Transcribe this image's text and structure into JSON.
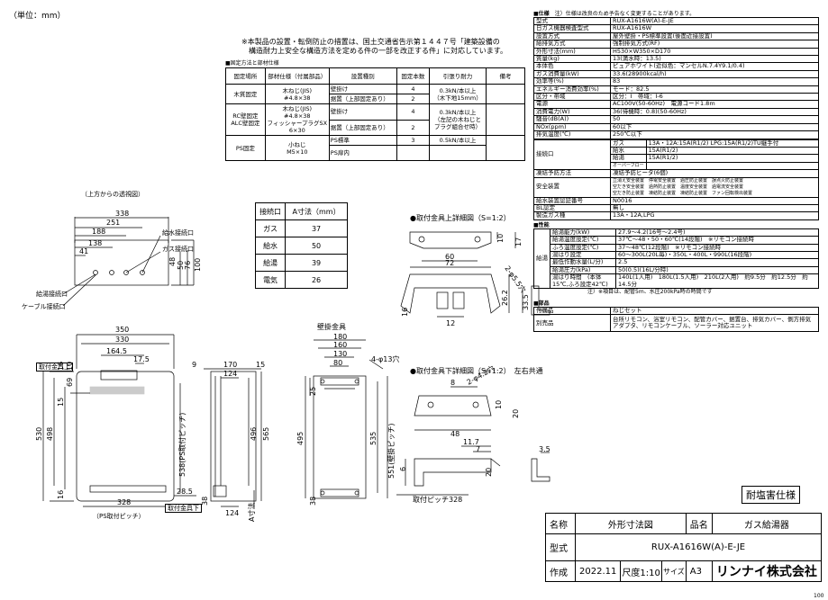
{
  "unit_note": "（単位：mm）",
  "notice": {
    "line1": "※本製品の設置・転倒防止の措置は、国土交通省告示第１４４７号「建築設備の",
    "line2": "　構造耐力上安全な構造方法を定める件の一部を改正する件」に対応しています。"
  },
  "install_table": {
    "caption": "■固定方法と部材仕様",
    "headers": [
      "固定場所",
      "部材仕様（付属部品）",
      "設置種別",
      "固定本数",
      "引張り耐力",
      "備考"
    ],
    "rows": [
      {
        "place": "木質固定",
        "spec": "木ねじ(JIS)\n#4.8×38",
        "types": [
          "壁掛け",
          "据置（上部固定あり）"
        ],
        "counts": [
          "4",
          "2"
        ],
        "tension": "0.3kN/本以上\n（木下地15mm）"
      },
      {
        "place": "RC壁固定\nALC壁固定",
        "spec": "木ねじ(JIS)\n#4.8×38\nフィッシャープラグSX\n6×30",
        "types": [
          "壁掛け",
          "据置（上部固定あり）"
        ],
        "counts": [
          "4",
          "2"
        ],
        "tension": "0.3kN/本以上\n（左記の木ねじと\nプラグ組合せ時）"
      },
      {
        "place": "PS固定",
        "spec": "小ねじ\nM5×10",
        "types": [
          "PS標準",
          "PS扉内"
        ],
        "counts": [
          "3",
          ""
        ],
        "tension": "0.5kN/本以上"
      }
    ]
  },
  "top_view": {
    "title": "（上方からの透視図）",
    "dims": [
      "338",
      "251",
      "188",
      "138",
      "41",
      "48",
      "50",
      "76",
      "100"
    ],
    "labels": [
      "給水接続口",
      "ガス接続口",
      "給湯接続口",
      "ケーブル接続口"
    ]
  },
  "conn_table": {
    "headers": [
      "接続口",
      "A寸法（mm）"
    ],
    "rows": [
      [
        "ガス",
        "37"
      ],
      [
        "給水",
        "50"
      ],
      [
        "給湯",
        "39"
      ],
      [
        "電気",
        "26"
      ]
    ]
  },
  "upper_bracket": {
    "title": "●取付金具上詳細図（S=1:2）",
    "dims": [
      "60",
      "72",
      "10",
      "17",
      "2-φ5.5穴",
      "16",
      "33.5",
      "26.2",
      "12"
    ]
  },
  "lower_bracket": {
    "title": "●取付金具下詳細図（S=1:2）　左右共通",
    "dims": [
      "8",
      "2-φ4.2穴",
      "10",
      "20",
      "48",
      "11.7",
      "7",
      "6",
      "20",
      "3.5"
    ],
    "pitch": "取付ピッチ328"
  },
  "front_view": {
    "dims": [
      "350",
      "330",
      "164.5",
      "17.5",
      "10",
      "69",
      "16",
      "498",
      "530",
      "15",
      "538(PS取付ピッチ)",
      "16",
      "328",
      "28.5"
    ],
    "labels": [
      "取付金具上",
      "取付金具下",
      "（PS取付ピッチ）"
    ]
  },
  "side_view": {
    "dims": [
      "9",
      "170",
      "15",
      "124",
      "565",
      "496",
      "38",
      "124",
      "A寸法"
    ]
  },
  "wall_bracket": {
    "title": "壁掛金具",
    "dims": [
      "180",
      "160",
      "130",
      "80",
      "4-φ13穴",
      "495",
      "25",
      "38",
      "535",
      "551(壁掛ピッチ)"
    ]
  },
  "specs": {
    "header": "■仕様",
    "header_note": "注）仕様は改良のため予告なく変更することがあります。",
    "rows": [
      [
        "型式",
        "RUX-A1616W(A)-E-JE"
      ],
      [
        "日ガス機器検査型式",
        "RUX-A1616W"
      ],
      [
        "設置方式",
        "屋外壁掛・PS標準設置(後面近接設置)"
      ],
      [
        "給排気方式",
        "強制排気方式(RF)"
      ],
      [
        "外形寸法(mm)",
        "H530×W350×D170"
      ],
      [
        "質量(kg)",
        "13(満水時：13.5)"
      ],
      [
        "本体色",
        "ピュアホワイト(近似色：マンセルN.7.4Y9.1/0.4)"
      ],
      [
        "ガス消費量(kW)",
        "33.6(28900kcal/h)"
      ],
      [
        "効率等(%)",
        "83"
      ],
      [
        "エネルギー消費効率(%)",
        "モード：82.5"
      ],
      [
        "区分・帯域",
        "区分：Ⅰ　帯域：Ⅰ-6"
      ],
      [
        "電源",
        "AC100V(50-60Hz)　電源コード1.8m"
      ],
      [
        "消費電力(W)",
        "36(待機時：0.8)(50-60Hz)"
      ],
      [
        "騒音(dB(A))",
        "50"
      ],
      [
        "NOx(ppm)",
        "60以下"
      ],
      [
        "排気温度(℃)",
        "250℃以下"
      ]
    ],
    "connections": {
      "label": "接続口",
      "rows": [
        [
          "ガス",
          "13A・12A:15A(R1/2) LPG:15A(R1/2)TU継手付"
        ],
        [
          "給水",
          "15A(R1/2)"
        ],
        [
          "給湯",
          "15A(R1/2)"
        ],
        [
          "オーバーフロー",
          ""
        ]
      ]
    },
    "freeze": [
      "凍結予防方法",
      "凍結予防ヒータ(6個)"
    ],
    "safety": {
      "label": "安全装置",
      "lines": [
        "立消え安全装置　停電安全装置　過圧防止装置　誤点火防止装置",
        "空だき安全装置　過熱防止装置　温度安全装置　過電流安全装置",
        "空だき防止装置　凍結防止装置　凍結防止装置　ファン回転検出装置"
      ]
    },
    "cert": [
      "給水装置認証番号",
      "N0016"
    ],
    "bl": [
      "BL認定",
      "無し"
    ],
    "gas_type": [
      "製造ガス種",
      "13A・12A,LPG"
    ],
    "perf_header": "■性能",
    "perf_group": "給湯",
    "perf": [
      [
        "給湯能力(kW)",
        "27.9～4.2(16号～2.4号)"
      ],
      [
        "給湯温度設定(℃)",
        "37℃～48・50・60℃(14段階)　※リモコン接続時"
      ],
      [
        "ふろ温度設定(℃)",
        "37～48℃(12段階)　※リモコン接続時"
      ],
      [
        "湯はり設定",
        "60～300L(20L毎)・350L・400L・990L(16段階)"
      ],
      [
        "最低作動水量(L/分)",
        "2.5"
      ],
      [
        "給湯圧力(kPa)",
        "50(0.5)(16L/分時)"
      ],
      [
        "湯はり時間　(本体15℃,ふろ設定42℃)",
        "140L(1人用)　180L(1.5人用)　210L(2人用)　約9.5分　約12.5分　約14.5分"
      ]
    ],
    "perf_note": "注）※項目は、配管5m、水圧200kPa時の時間です",
    "parts_header": "■部品",
    "parts": [
      [
        "付属品",
        "ねじセット"
      ],
      [
        "別売品",
        "台所リモコン、浴室リモコン、配管カバー、据置台、排気カバー、側方排気アダプタ、リモコンケーブル、ソーラー対応ユニット"
      ]
    ]
  },
  "salt_badge": "耐塩害仕様",
  "title_block": {
    "name_label": "名称",
    "name": "外形寸法図",
    "item_label": "品名",
    "item": "ガス給湯器",
    "model_label": "型式",
    "model": "RUX-A1616W(A)-E-JE",
    "made_label": "作成",
    "date": "2022.11",
    "scale_label": "尺度",
    "scale": "1:10",
    "size_label": "サイズ",
    "size": "A3",
    "company": "リンナイ株式会社"
  },
  "page_num": "100"
}
